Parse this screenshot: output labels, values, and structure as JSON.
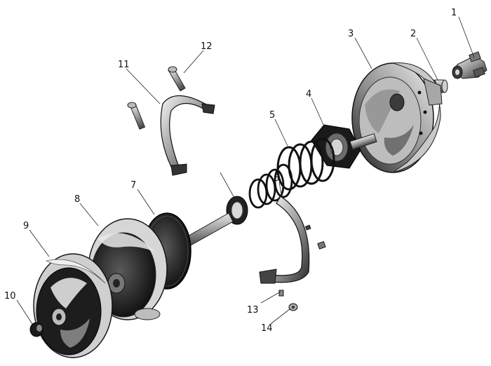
{
  "diagram": {
    "parts": [
      {
        "id": "part-1",
        "label": "1"
      },
      {
        "id": "part-2",
        "label": "2"
      },
      {
        "id": "part-3",
        "label": "3"
      },
      {
        "id": "part-4",
        "label": "4"
      },
      {
        "id": "part-5",
        "label": "5"
      },
      {
        "id": "part-6",
        "label": "6"
      },
      {
        "id": "part-7",
        "label": "7"
      },
      {
        "id": "part-8",
        "label": "8"
      },
      {
        "id": "part-9",
        "label": "9"
      },
      {
        "id": "part-10",
        "label": "10"
      },
      {
        "id": "part-11",
        "label": "11"
      },
      {
        "id": "part-12",
        "label": "12"
      },
      {
        "id": "part-13",
        "label": "13"
      },
      {
        "id": "part-14",
        "label": "14"
      }
    ]
  }
}
